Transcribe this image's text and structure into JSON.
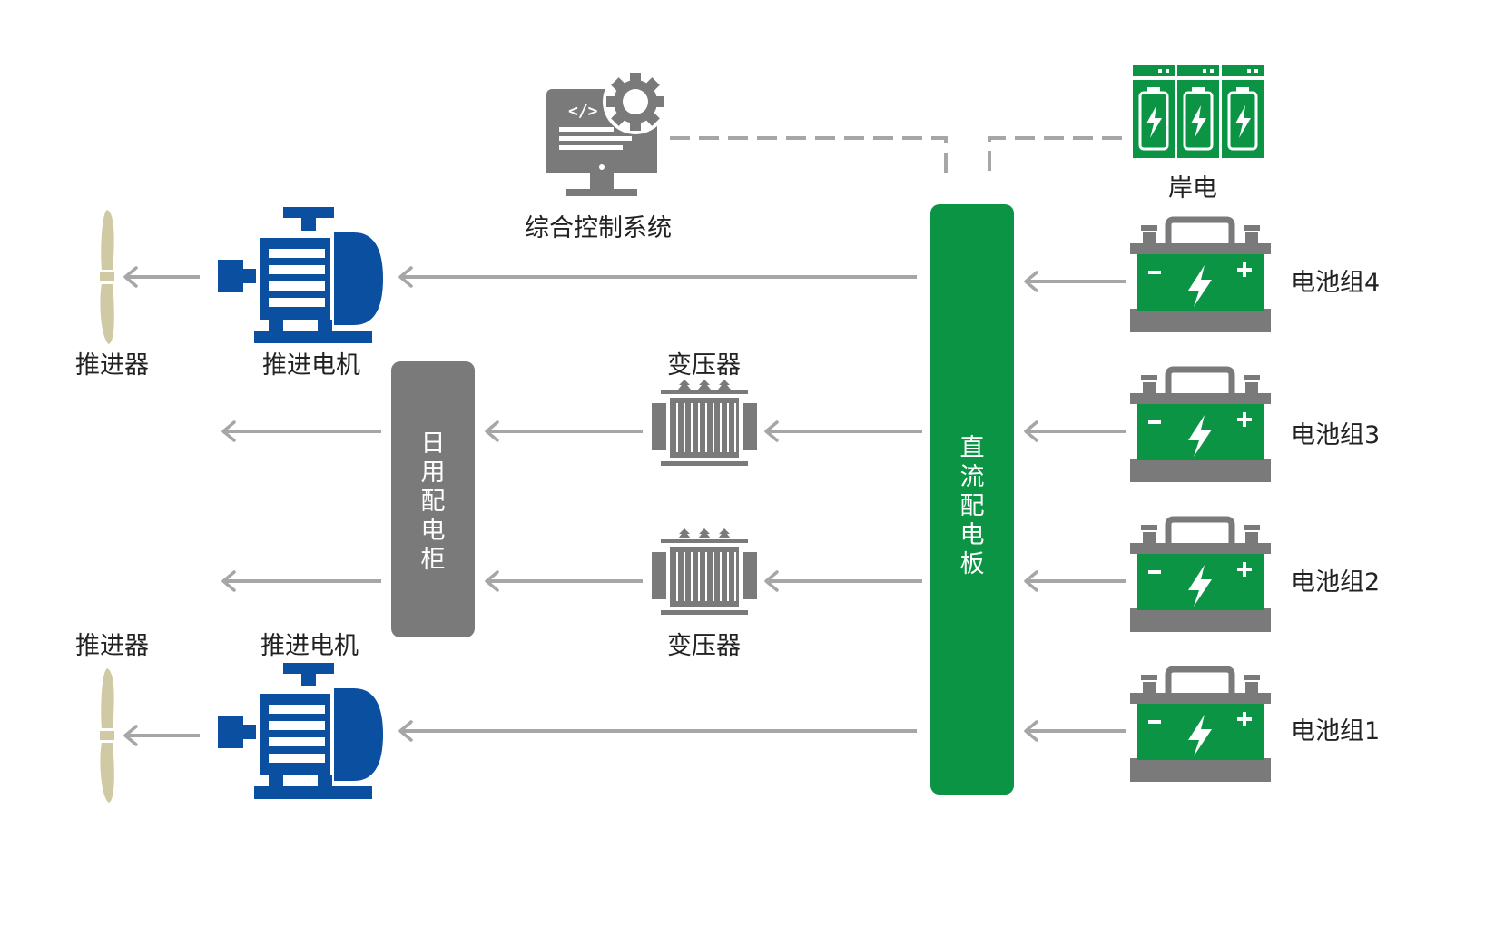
{
  "labels": {
    "control_system": "综合控制系统",
    "shore_power": "岸电",
    "propeller_top": "推进器",
    "motor_top": "推进电机",
    "propeller_bottom": "推进器",
    "motor_bottom": "推进电机",
    "transformer_top": "变压器",
    "transformer_bottom": "变压器",
    "battery_4": "电池组4",
    "battery_3": "电池组3",
    "battery_2": "电池组2",
    "battery_1": "电池组1"
  },
  "panels": {
    "daily_cabinet": [
      "日",
      "用",
      "配",
      "电",
      "柜"
    ],
    "dc_board": [
      "直",
      "流",
      "配",
      "电",
      "板"
    ]
  },
  "colors": {
    "green": "#0a9444",
    "blue": "#0a4fa0",
    "gray": "#7a7a7a",
    "arrow": "#a6a6a6",
    "propeller": "#cfc9a4"
  }
}
